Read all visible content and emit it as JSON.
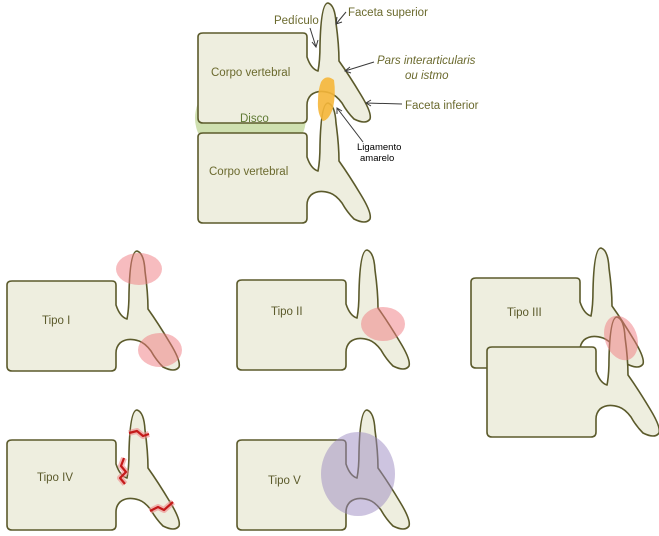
{
  "labels": {
    "pediculo": "Pedículo",
    "faceta_superior": "Faceta superior",
    "pars_line1": "Pars interarticularis",
    "pars_line2": "ou istmo",
    "faceta_inferior": "Faceta inferior",
    "corpo_vertebral_top": "Corpo vertebral",
    "disco": "Disco",
    "corpo_vertebral_bottom": "Corpo vertebral",
    "ligamento_line1": "Ligamento",
    "ligamento_line2": "amarelo"
  },
  "types": {
    "tipo_1": "Tipo I",
    "tipo_2": "Tipo II",
    "tipo_3": "Tipo III",
    "tipo_4": "Tipo IV",
    "tipo_5": "Tipo V"
  },
  "colors": {
    "bone_fill": "#eeeedf",
    "bone_stroke": "#5b5a2b",
    "label": "#6b6a2e",
    "disc": "#cfe0b0",
    "ligament": "#f5b63a",
    "lesion_red": "#f07a80",
    "lesion_purple": "#9b8ac2",
    "fracture": "#c41a1a"
  }
}
